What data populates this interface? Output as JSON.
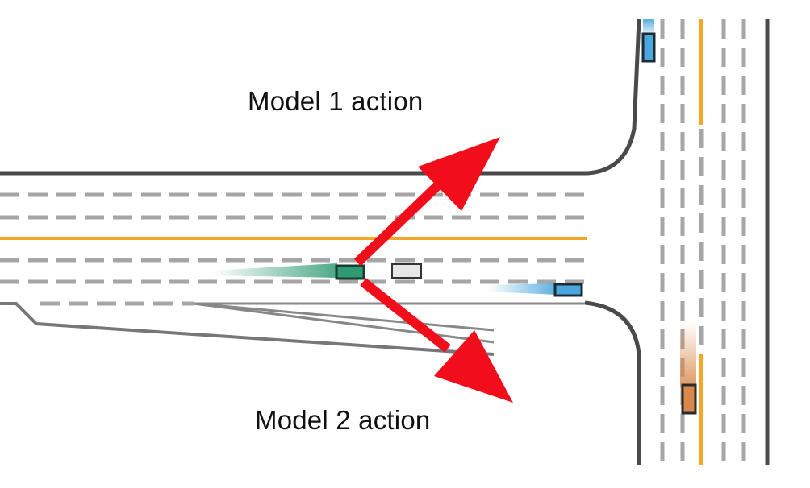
{
  "labels": {
    "model1": "Model 1 action",
    "model2": "Model 2 action"
  },
  "colors": {
    "road_edge": "#4a4a4a",
    "lane_dash": "#a6a6a6",
    "center_line": "#f5a623",
    "arrow": "#f20d1a",
    "ego_vehicle": "#2e9a72",
    "blue_vehicle": "#4aa6dc",
    "orange_vehicle": "#d9874a",
    "obstacle": "#e6e6e6"
  },
  "elements": {
    "ego_vehicle": "ego vehicle",
    "arrow_model1": "arrow up-right",
    "arrow_model2": "arrow down-right"
  }
}
